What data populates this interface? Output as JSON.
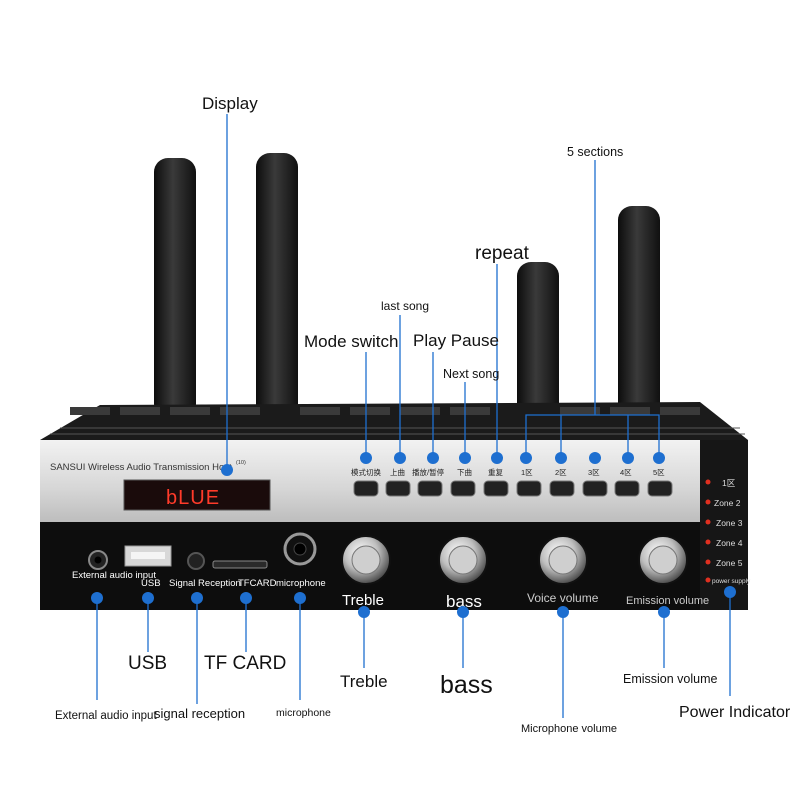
{
  "panel": {
    "brand_text": "SANSUI Wireless Audio Transmission Host",
    "model_suffix": "(10)",
    "display_text": "bLUE",
    "button_labels": [
      "模式切换",
      "上曲",
      "播放/暂停",
      "下曲",
      "重复",
      "1区",
      "2区",
      "3区",
      "4区",
      "5区"
    ],
    "zone_leds": [
      "1区",
      "Zone 2",
      "Zone 3",
      "Zone 4",
      "Zone 5",
      "power supply"
    ],
    "ports": {
      "ext_audio": "External audio input",
      "usb": "USB",
      "signal": "Signal Reception",
      "tfcard": "TFCARD",
      "mic": "microphone"
    },
    "knobs": {
      "treble": "Treble",
      "bass": "bass",
      "voice": "Voice volume",
      "emission": "Emission volume"
    }
  },
  "callouts": {
    "display": "Display",
    "five_sections": "5 sections",
    "repeat": "repeat",
    "last_song": "last song",
    "mode_switch": "Mode switch",
    "play_pause": "Play Pause",
    "next_song": "Next song",
    "usb": "USB",
    "tf_card": "TF CARD",
    "treble": "Treble",
    "bass": "bass",
    "emission_volume": "Emission volume",
    "external_audio_input": "External audio input",
    "signal_reception": "signal reception",
    "microphone": "microphone",
    "microphone_volume": "Microphone volume",
    "power_indicator": "Power Indicator"
  },
  "colors": {
    "callout_blue": "#1e6fd0",
    "display_red": "#ff3b2a",
    "led_red": "#e03020"
  }
}
